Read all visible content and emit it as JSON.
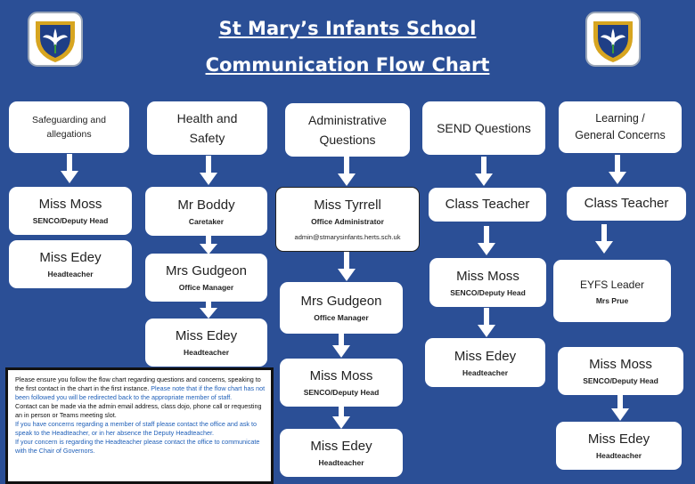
{
  "header": {
    "title": "St Mary’s Infants School",
    "subtitle": "Communication Flow Chart"
  },
  "columns": [
    {
      "category": "Safeguarding and allegations",
      "nodes": [
        {
          "name": "Miss Moss",
          "role": "SENCO/Deputy Head"
        },
        {
          "name": "Miss Edey",
          "role": "Headteacher"
        }
      ]
    },
    {
      "category": "Health and Safety",
      "nodes": [
        {
          "name": "Mr Boddy",
          "role": "Caretaker"
        },
        {
          "name": "Mrs Gudgeon",
          "role": "Office Manager"
        },
        {
          "name": "Miss Edey",
          "role": "Headteacher"
        }
      ]
    },
    {
      "category": "Administrative Questions",
      "nodes": [
        {
          "name": "Miss Tyrrell",
          "role": "Office Administrator",
          "email": "admin@stmarysinfants.herts.sch.uk"
        },
        {
          "name": "Mrs Gudgeon",
          "role": "Office Manager"
        },
        {
          "name": "Miss Moss",
          "role": "SENCO/Deputy Head"
        },
        {
          "name": "Miss Edey",
          "role": "Headteacher"
        }
      ]
    },
    {
      "category": "SEND Questions",
      "nodes": [
        {
          "name": "Class Teacher",
          "role": ""
        },
        {
          "name": "Miss Moss",
          "role": "SENCO/Deputy Head"
        },
        {
          "name": "Miss Edey",
          "role": "Headteacher"
        }
      ]
    },
    {
      "category": "Learning / General Concerns",
      "category_line1": "Learning /",
      "category_line2": "General Concerns",
      "nodes": [
        {
          "name": "Class Teacher",
          "role": ""
        },
        {
          "name": "EYFS Leader",
          "role": "Mrs Prue"
        },
        {
          "name": "Miss Moss",
          "role": "SENCO/Deputy Head"
        },
        {
          "name": "Miss Edey",
          "role": "Headteacher"
        }
      ]
    }
  ],
  "note": {
    "p1_black": "Please ensure you follow the flow chart regarding questions and concerns, speaking to the first contact in the chart in the first instance. ",
    "p1_blue": "Please note that if the flow chart has not been followed you will be redirected back to the appropriate member of staff.",
    "p2": "Contact can be made via the admin email address, class dojo, phone call or requesting an in person or Teams meeting slot.",
    "p3": "If you have concerns regarding a member of staff please contact the office and ask to speak to the Headteacher, or in her absence the Deputy Headteacher.",
    "p4": "If your concern is regarding the Headteacher please contact the office to communicate with the Chair of Governors."
  },
  "colors": {
    "background": "#2b4f96",
    "box": "#ffffff",
    "note_blue": "#1f5fb8"
  },
  "icons": {
    "logo": "school-crest-lily-icon",
    "arrow": "down-arrow-icon"
  }
}
